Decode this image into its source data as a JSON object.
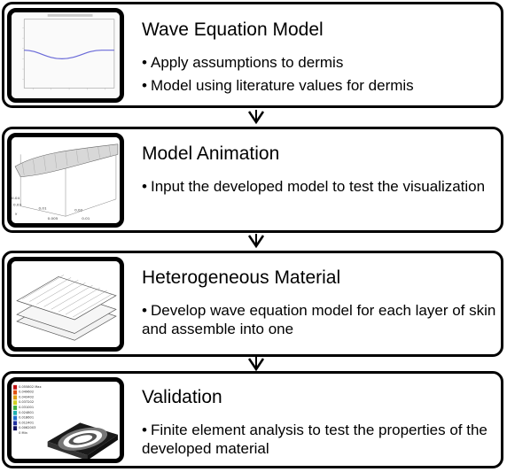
{
  "steps": [
    {
      "title": "Wave Equation Model",
      "bullets": [
        "Apply assumptions to dermis",
        "Model using literature values for dermis"
      ],
      "thumbnail_icon": "line-plot-icon"
    },
    {
      "title": "Model Animation",
      "bullets": [
        "Input the developed model to test the visualization"
      ],
      "thumbnail_icon": "3d-surface-icon"
    },
    {
      "title": "Heterogeneous Material",
      "bullets": [
        "Develop wave equation model for each layer of skin and assemble into one"
      ],
      "thumbnail_icon": "stacked-layers-icon"
    },
    {
      "title": "Validation",
      "bullets": [
        "Finite element analysis to test the properties of the developed material"
      ],
      "thumbnail_icon": "fea-contour-icon"
    }
  ],
  "arrows": [
    "down-arrow-icon",
    "down-arrow-icon",
    "down-arrow-icon"
  ],
  "colors": {
    "border": "#000000",
    "plot_line": "#6a6ad8",
    "fea_white": "#ffffff",
    "fea_dark": "#1a1a1a"
  }
}
